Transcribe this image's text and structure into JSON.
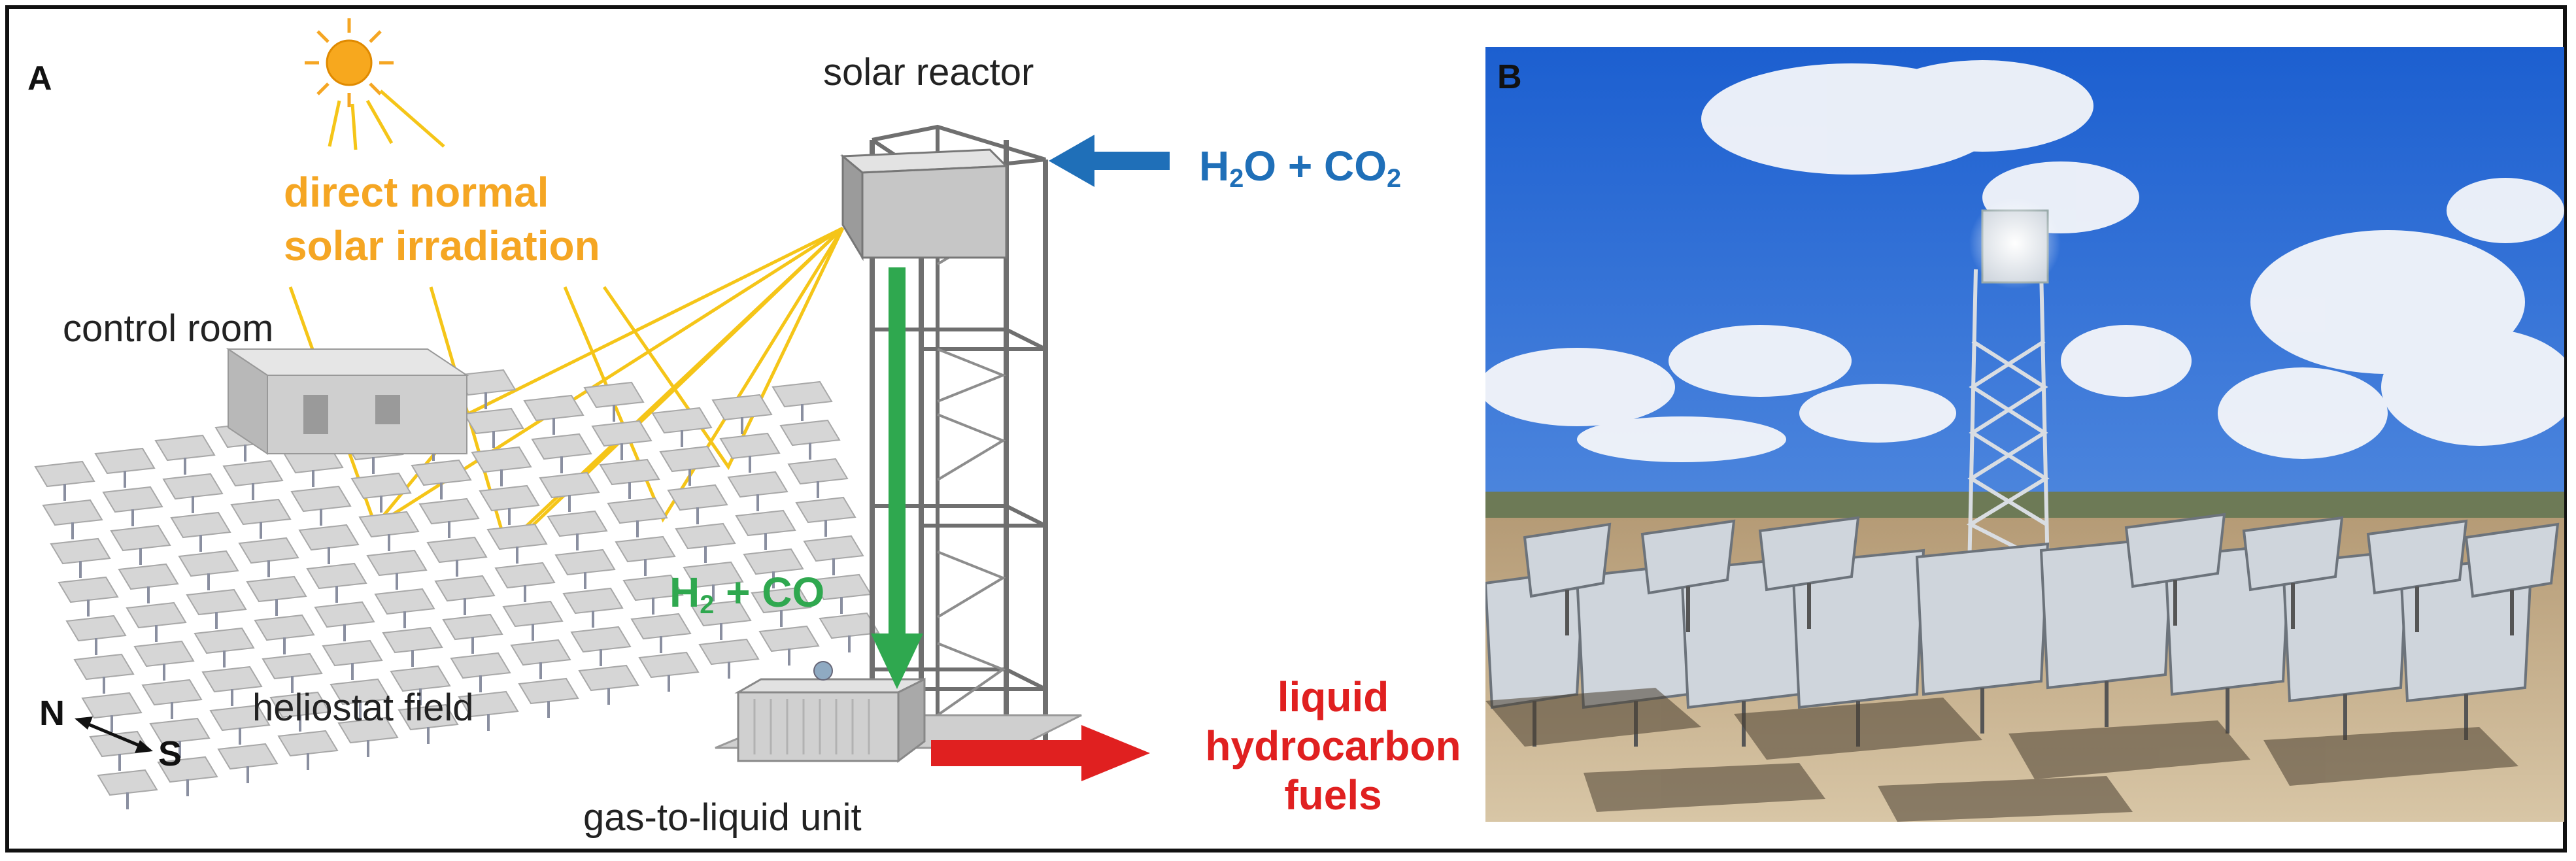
{
  "figure": {
    "panel_a": {
      "letter": "A",
      "solar_reactor": "solar reactor",
      "dni_line1": "direct normal",
      "dni_line2": "solar irradiation",
      "control_room": "control room",
      "heliostat_field": "heliostat field",
      "gtl_unit": "gas-to-liquid unit",
      "input_main": "H",
      "input_sub1": "2",
      "input_mid": "O + CO",
      "input_sub2": "2",
      "syngas_main": "H",
      "syngas_sub": "2",
      "syngas_rest": " + CO",
      "output_line1": "liquid",
      "output_line2": "hydrocarbon",
      "output_line3": "fuels",
      "compass_n": "N",
      "compass_s": "S"
    },
    "panel_b": {
      "letter": "B"
    }
  },
  "colors": {
    "sun": "#f5a623",
    "rays": "#f5c518",
    "input_arrow": "#1f6fb8",
    "syngas_arrow": "#2fa84f",
    "output_arrow": "#e02020",
    "sky": "#2e6fd6"
  },
  "icons": [
    "sun-icon",
    "compass-arrow-icon"
  ]
}
